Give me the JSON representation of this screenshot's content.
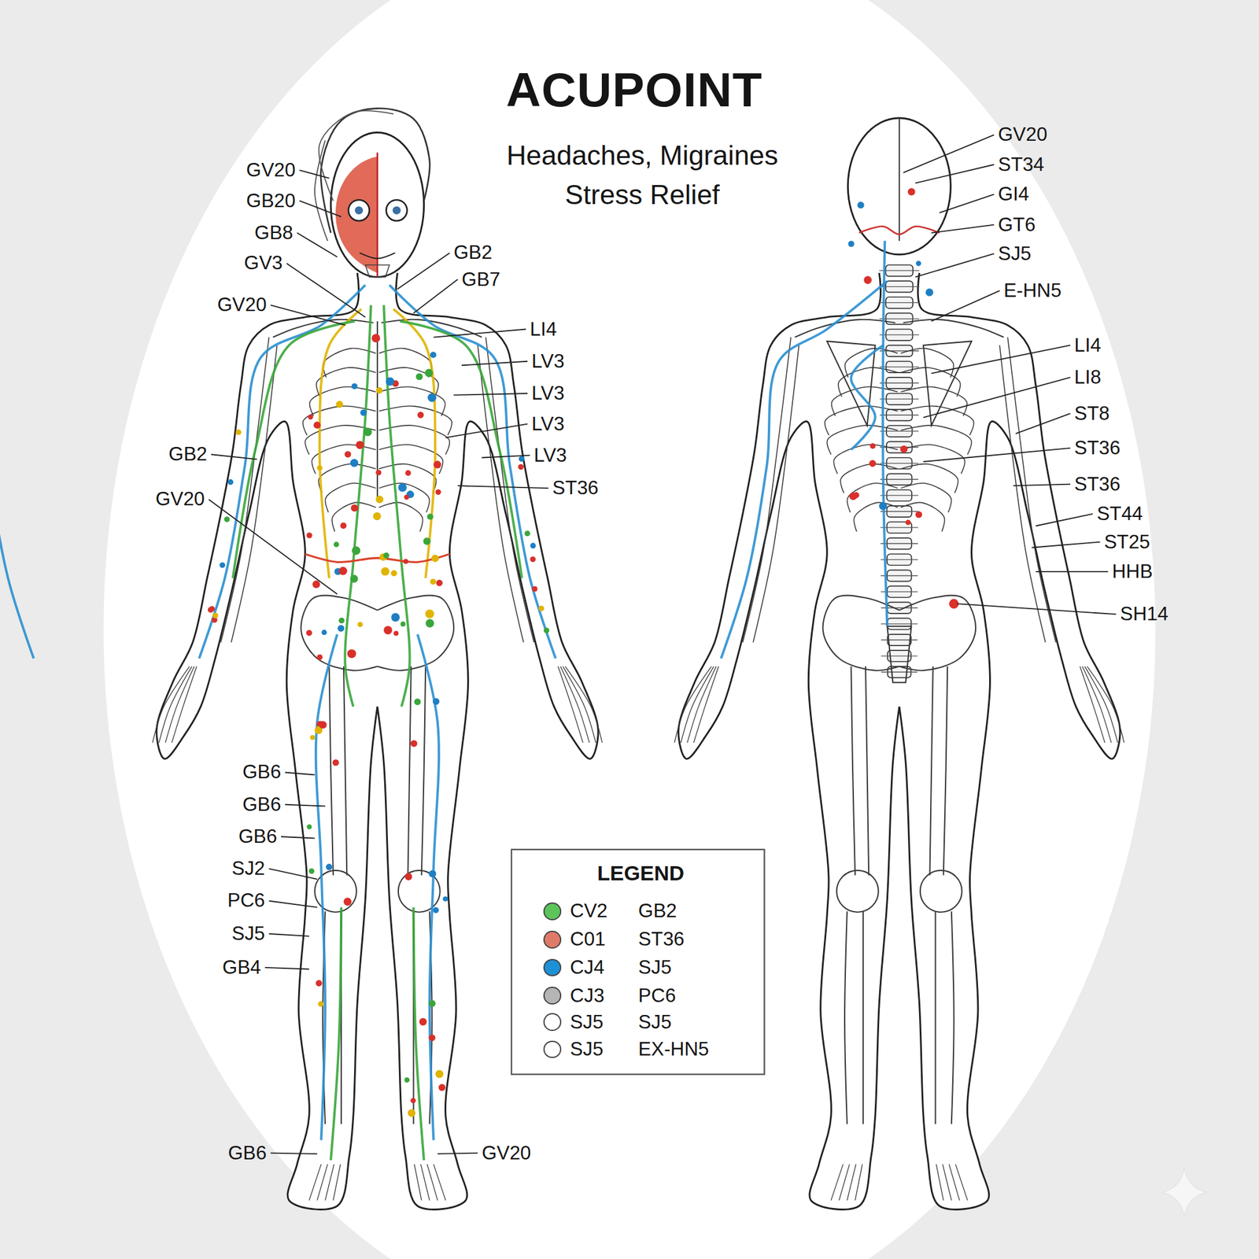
{
  "diagram": {
    "title": "ACUPOINT",
    "labels": [
      "Headaches, Migraines Stress Relief",
      "GV20",
      "GB20",
      "GB8",
      "GV3",
      "GV20",
      "GB2",
      "GV20",
      "GB6",
      "GB6",
      "GB6",
      "SJ2",
      "PC6",
      "SJ5",
      "GB4",
      "GB6",
      "GB2",
      "GB7",
      "LI4",
      "LV3",
      "LV3",
      "LV3",
      "LV3",
      "ST36",
      "GV20",
      "GV20",
      "ST34",
      "GI4",
      "GT6",
      "SJ5",
      "E-HN5",
      "LI4",
      "LI8",
      "ST8",
      "ST36",
      "ST36",
      "ST44",
      "ST25",
      "HHB",
      "SH14",
      "LEGEND",
      "GB2",
      "ST36",
      "SJ5",
      "PC6",
      "SJ5",
      "EX-HN5"
    ],
    "legend": [
      {
        "text": "CV2",
        "color": "#5cc45a"
      },
      {
        "text": "C01",
        "color": "#e07a68"
      },
      {
        "text": "CJ4",
        "color": "#1e90d6"
      },
      {
        "text": "CJ3",
        "color": "#b5b5b5"
      },
      {
        "text": "SJ5",
        "color": "#ffffff"
      },
      {
        "text": "SJ5",
        "color": "#ffffff"
      }
    ]
  }
}
